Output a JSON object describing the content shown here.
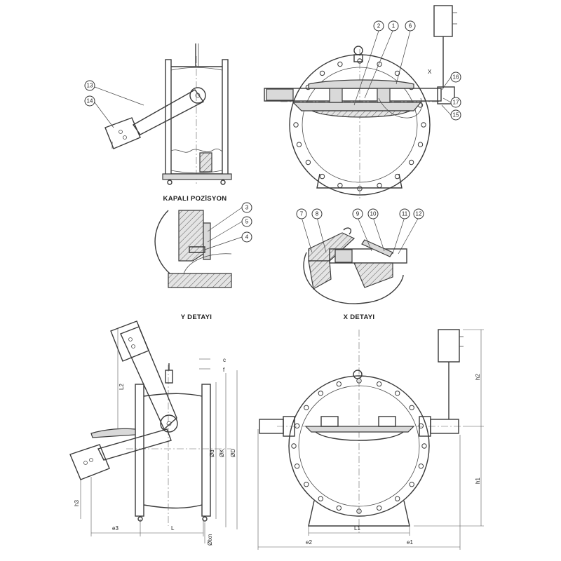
{
  "captions": {
    "closed_position": "KAPALI POZİSYON",
    "y_detail": "Y DETAYI",
    "x_detail": "X DETAYI"
  },
  "balloons": {
    "b1": "1",
    "b2": "2",
    "b3": "3",
    "b4": "4",
    "b5": "5",
    "b6": "6",
    "b7": "7",
    "b8": "8",
    "b9": "9",
    "b10": "10",
    "b11": "11",
    "b12": "12",
    "b13": "13",
    "b14": "14",
    "b15": "15",
    "b16": "16",
    "b17": "17"
  },
  "markers": {
    "x_view": "X"
  },
  "dimensions": {
    "c": "c",
    "f": "f",
    "L2": "L2",
    "d": "Ød",
    "K": "ØK",
    "D": "ØD",
    "h3": "h3",
    "e3": "e3",
    "L": "L",
    "lxn": "Ølxn",
    "h2": "h2",
    "h1": "h1",
    "L1": "L1",
    "e2": "e2",
    "e1": "e1"
  },
  "colors": {
    "line": "#3a3a3a",
    "fill": "#d9d9d9",
    "background": "#ffffff"
  }
}
